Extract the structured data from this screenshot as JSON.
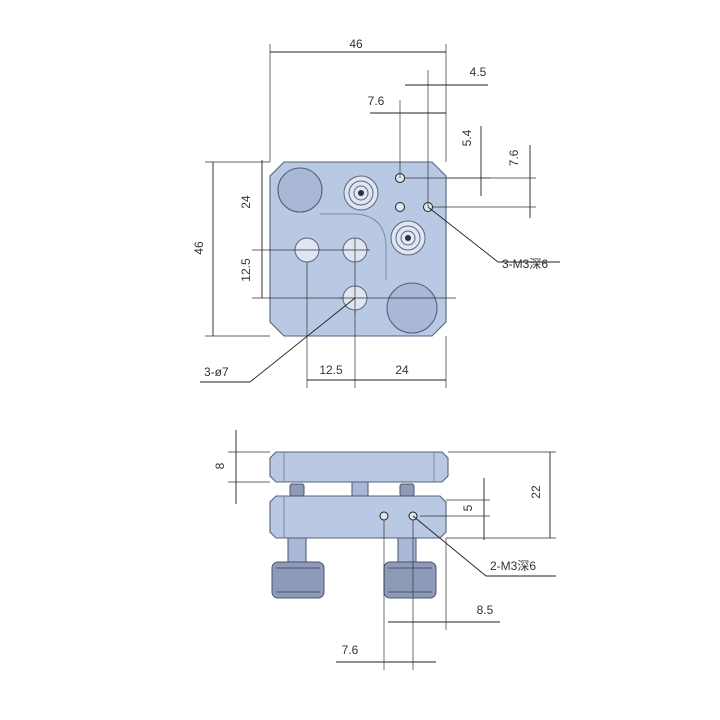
{
  "top_view": {
    "dims": {
      "width_total": "46",
      "edge_offset": "4.5",
      "hole_spacing_x": "7.6",
      "hole_offset_y": "5.4",
      "hole_spacing_y": "7.6",
      "height_total": "46",
      "upper_height": "24",
      "lower_height": "12.5",
      "bottom_left": "12.5",
      "bottom_right": "24"
    },
    "callouts": {
      "tapped_holes": "3-M3深6",
      "through_holes": "3-ø7"
    }
  },
  "side_view": {
    "dims": {
      "plate_thickness": "8",
      "total_height": "22",
      "hole_height": "5",
      "offset_right": "8.5",
      "hole_spacing": "7.6"
    },
    "callouts": {
      "tapped_holes": "2-M3深6"
    }
  },
  "colors": {
    "body": "#b9c8e3",
    "knob": "#8d9bb8",
    "line": "#222222"
  }
}
